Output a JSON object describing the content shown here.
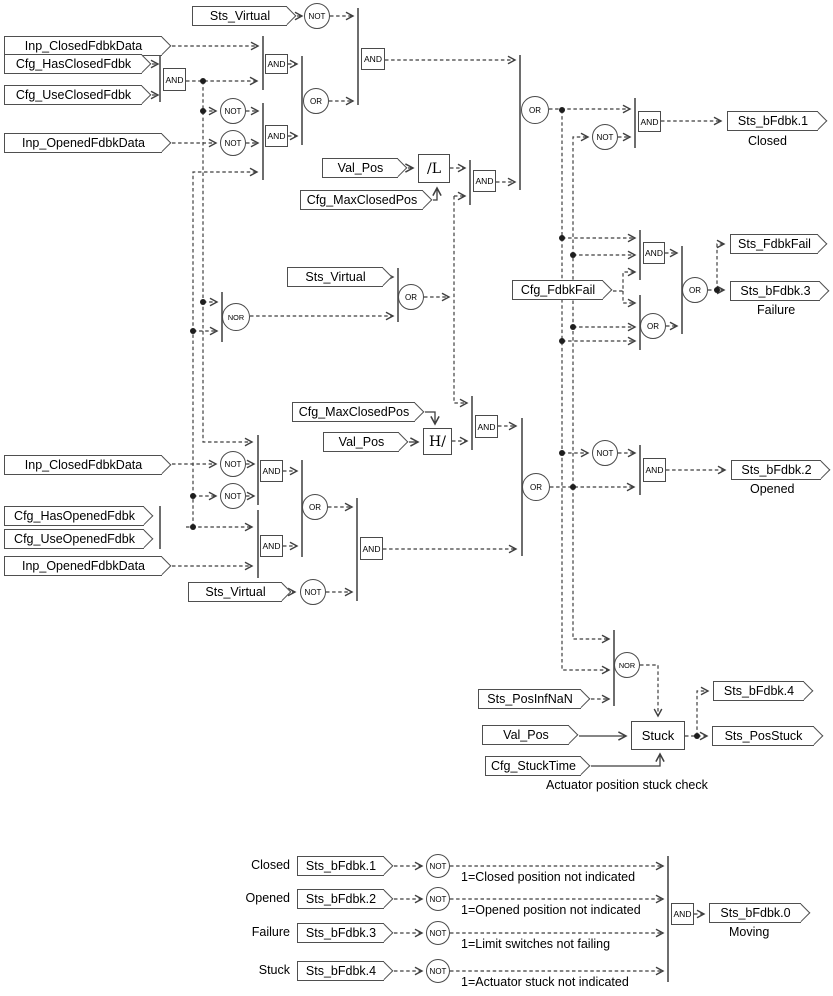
{
  "diagram": {
    "gate_labels": {
      "and": "AND",
      "or": "OR",
      "not": "NOT",
      "nor": "NOR"
    },
    "block_labels": {
      "limit_low": "/L",
      "limit_high": "H/",
      "stuck": "Stuck"
    },
    "tags": {
      "sts_virtual": "Sts_Virtual",
      "inp_closed": "Inp_ClosedFdbkData",
      "cfg_has_closed": "Cfg_HasClosedFdbk",
      "cfg_use_closed": "Cfg_UseClosedFdbk",
      "inp_opened": "Inp_OpenedFdbkData",
      "cfg_has_opened": "Cfg_HasOpenedFdbk",
      "cfg_use_opened": "Cfg_UseOpenedFdbk",
      "val_pos": "Val_Pos",
      "cfg_max_closed": "Cfg_MaxClosedPos",
      "cfg_fdbkfail": "Cfg_FdbkFail",
      "sts_fdbkfail": "Sts_FdbkFail",
      "sts_posinfnan": "Sts_PosInfNaN",
      "sts_posstuck": "Sts_PosStuck",
      "cfg_stucktime": "Cfg_StuckTime",
      "sts_bfdbk0": "Sts_bFdbk.0",
      "sts_bfdbk1": "Sts_bFdbk.1",
      "sts_bfdbk2": "Sts_bFdbk.2",
      "sts_bfdbk3": "Sts_bFdbk.3",
      "sts_bfdbk4": "Sts_bFdbk.4"
    },
    "captions": {
      "closed": "Closed",
      "opened": "Opened",
      "failure": "Failure",
      "stuck": "Stuck",
      "moving": "Moving",
      "stuck_check": "Actuator position stuck check",
      "note1": "1=Closed position not indicated",
      "note2": "1=Opened position not indicated",
      "note3": "1=Limit switches not failing",
      "note4": "1=Actuator stuck not indicated"
    },
    "colors": {
      "line": "#3f3f3f",
      "background": "#ffffff",
      "text": "#000000"
    }
  }
}
